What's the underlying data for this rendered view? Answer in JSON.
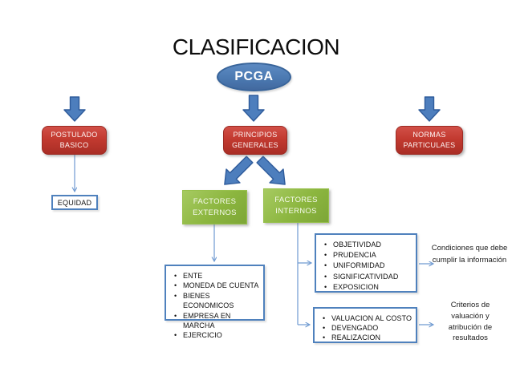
{
  "title": "CLASIFICACION",
  "root": {
    "label": "PCGA"
  },
  "level1": {
    "postulado": {
      "label": "POSTULADO BASICO"
    },
    "principios": {
      "label": "PRINCIPIOS GENERALES"
    },
    "normas": {
      "label": "NORMAS PARTICULAES"
    }
  },
  "equidad": {
    "label": "EQUIDAD"
  },
  "factores": {
    "externos": {
      "label": "FACTORES EXTERNOS",
      "items": [
        "ENTE",
        "MONEDA DE CUENTA",
        "BIENES ECONOMICOS",
        "EMPRESA EN MARCHA",
        "EJERCICIO"
      ]
    },
    "internos": {
      "label": "FACTORES INTERNOS",
      "condiciones": {
        "items": [
          "OBJETIVIDAD",
          "PRUDENCIA",
          "UNIFORMIDAD",
          "SIGNIFICATIVIDAD",
          "EXPOSICION"
        ],
        "note": "Condiciones que debe cumplir la información"
      },
      "criterios": {
        "items": [
          "VALUACION AL COSTO",
          "DEVENGADO",
          "REALIZACION"
        ],
        "note": "Criterios de valuación y atribución de resultados"
      }
    }
  },
  "colors": {
    "accent_blue": "#4F81BD",
    "accent_blue_dark": "#38649A",
    "connector_blue": "#6F9AD1",
    "accent_red": "#C23A30",
    "accent_green": "#8CB63F",
    "box_border_blue": "#4F81BD",
    "text_dark": "#0D0D0D",
    "background": "#FFFFFF"
  }
}
